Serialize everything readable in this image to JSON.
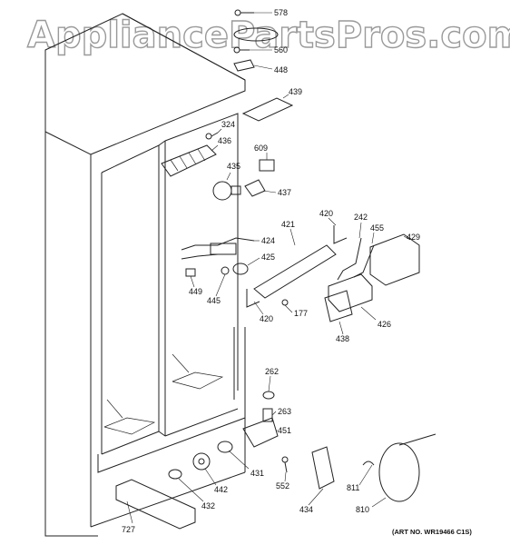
{
  "watermark": "AppliancePartsPros.com",
  "art_number": "(ART NO. WR19466 C1S)",
  "callouts": [
    "578",
    "560",
    "448",
    "439",
    "324",
    "436",
    "609",
    "435",
    "437",
    "420",
    "242",
    "455",
    "421",
    "429",
    "424",
    "425",
    "449",
    "445",
    "420",
    "177",
    "426",
    "438",
    "262",
    "263",
    "451",
    "431",
    "442",
    "552",
    "434",
    "811",
    "432",
    "727",
    "810"
  ]
}
